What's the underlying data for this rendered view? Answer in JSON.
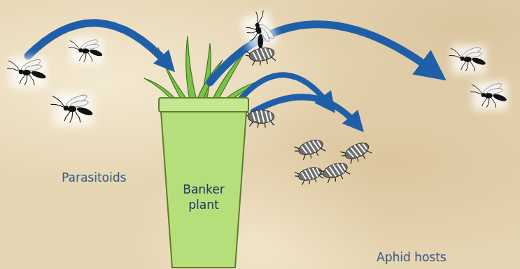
{
  "diagram": {
    "nodes": [
      {
        "text": [
          "Banker plant"
        ]
      }
    ],
    "labels": [
      "Parasitoids",
      "Aphid hosts"
    ]
  }
}
